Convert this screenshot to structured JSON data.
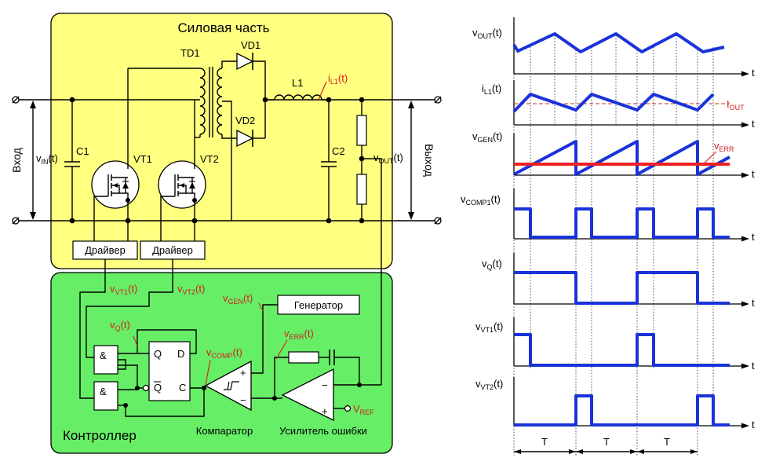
{
  "schematic": {
    "power_title": "Силовая часть",
    "controller_title": "Контроллер",
    "input_label": "Вход",
    "output_label": "Выход",
    "vin": {
      "main": "v",
      "sub": "IN",
      "tail": "(t)"
    },
    "vout": {
      "main": "v",
      "sub": "OUT",
      "tail": "(t)"
    },
    "il1": {
      "main": "i",
      "sub": "L1",
      "tail": "(t)"
    },
    "c1": "C1",
    "c2": "C2",
    "vt1": "VT1",
    "vt2": "VT2",
    "td1": "TD1",
    "vd1": "VD1",
    "vd2": "VD2",
    "l1": "L1",
    "driver1": "Драйвер",
    "driver2": "Драйвер",
    "generator": "Генератор",
    "comparator_label": "Компаратор",
    "error_amp_label": "Усилитель ошибки",
    "vvt1": {
      "main": "v",
      "sub": "VT1",
      "tail": "(t)"
    },
    "vvt2": {
      "main": "v",
      "sub": "VT2",
      "tail": "(t)"
    },
    "vq": {
      "main": "v",
      "sub": "Q",
      "tail": "(t)"
    },
    "vgen": {
      "main": "v",
      "sub": "GEN",
      "tail": "(t)"
    },
    "verr": {
      "main": "v",
      "sub": "ERR",
      "tail": "(t)"
    },
    "vcomp": {
      "main": "v",
      "sub": "COMP",
      "tail": "(t)"
    },
    "vref": {
      "main": "V",
      "sub": "REF"
    },
    "ff_q": "Q",
    "ff_d": "D",
    "ff_qbar": "Q",
    "ff_c": "C",
    "and1": "&",
    "and2": "&",
    "plus": "+",
    "minus": "−"
  },
  "waveforms": {
    "t_label": "t",
    "period_label": "T",
    "iout": {
      "main": "I",
      "sub": "OUT"
    },
    "verr_mark": {
      "main": "v",
      "sub": "ERR"
    },
    "rows": [
      {
        "main": "v",
        "sub": "OUT",
        "tail": "(t)"
      },
      {
        "main": "i",
        "sub": "L1",
        "tail": "(t)"
      },
      {
        "main": "v",
        "sub": "GEN",
        "tail": "(t)"
      },
      {
        "main": "v",
        "sub": "COMP1",
        "tail": "(t)"
      },
      {
        "main": "v",
        "sub": "Q",
        "tail": "(t)"
      },
      {
        "main": "v",
        "sub": "VT1",
        "tail": "(t)"
      },
      {
        "main": "v",
        "sub": "VT2",
        "tail": "(t)"
      }
    ]
  },
  "colors": {
    "power_fill": "#ffff80",
    "controller_fill": "#66ee66",
    "waveform": "#1a33d9",
    "annotation": "#d42020",
    "verr_line": "#ee2222"
  }
}
